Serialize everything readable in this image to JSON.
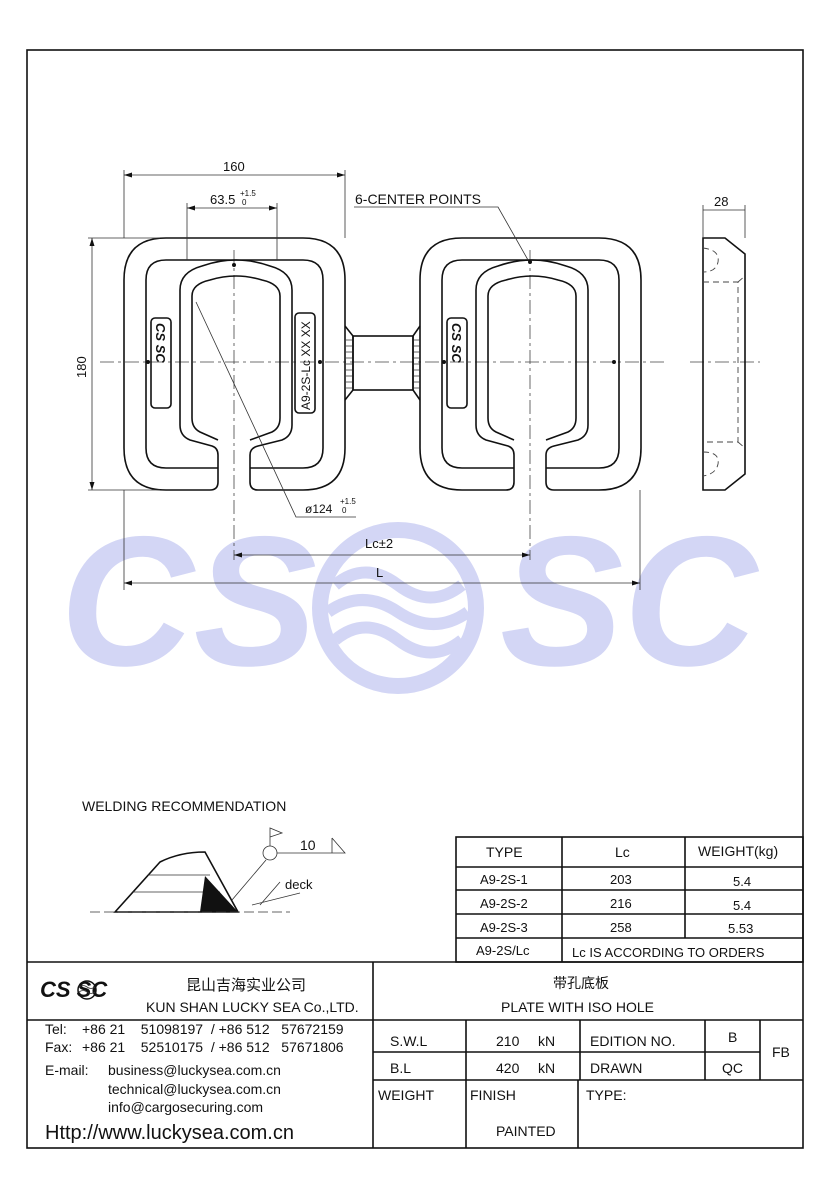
{
  "watermark": {
    "left": "CS",
    "right": "SC"
  },
  "drawing": {
    "dim_width": "160",
    "dim_hole": "63.5",
    "dim_hole_tol_upper": "+1.5",
    "dim_hole_tol_lower": "0",
    "dim_height": "180",
    "dim_thickness": "28",
    "dim_diameter": "ø124",
    "dim_diameter_tol_upper": "+1.5",
    "dim_diameter_tol_lower": "0",
    "dim_lc": "Lc±2",
    "dim_l": "L",
    "center_points_label": "6-CENTER POINTS",
    "plate_marking": "A9-2S-Lc XX XX",
    "plate_logo": "CS SC"
  },
  "welding": {
    "title": "WELDING RECOMMENDATION",
    "weld_size": "10",
    "deck_label": "deck"
  },
  "type_table": {
    "headers": [
      "TYPE",
      "Lc",
      "WEIGHT(kg)"
    ],
    "rows": [
      [
        "A9-2S-1",
        "203",
        "5.4"
      ],
      [
        "A9-2S-2",
        "216",
        "5.4"
      ],
      [
        "A9-2S-3",
        "258",
        "5.53"
      ]
    ],
    "last_row": {
      "type": "A9-2S/Lc",
      "note": "Lc IS ACCORDING TO ORDERS"
    }
  },
  "company": {
    "logo": "CS SC",
    "name_cn": "昆山吉海实业公司",
    "name_en": "KUN SHAN LUCKY SEA Co.,LTD.",
    "tel_label": "Tel:",
    "tel": "+86 21    51098197  / +86 512   57672159",
    "fax_label": "Fax:",
    "fax": "+86 21    52510175  / +86 512   57671806",
    "email_label": "E-mail:",
    "emails": [
      "business@luckysea.com.cn",
      "technical@luckysea.com.cn",
      "info@cargosecuring.com"
    ],
    "website": "Http://www.luckysea.com.cn"
  },
  "title_block": {
    "title_cn": "带孔底板",
    "title_en": "PLATE WITH ISO HOLE",
    "swl_label": "S.W.L",
    "swl_value": "210",
    "swl_unit": "kN",
    "bl_label": "B.L",
    "bl_value": "420",
    "bl_unit": "kN",
    "edition_label": "EDITION NO.",
    "edition_value": "B",
    "drawn_label": "DRAWN",
    "drawn_value": "QC",
    "fb": "FB",
    "weight_label": "WEIGHT",
    "finish_label": "FINISH",
    "finish_value": "PAINTED",
    "type_label": "TYPE:"
  }
}
